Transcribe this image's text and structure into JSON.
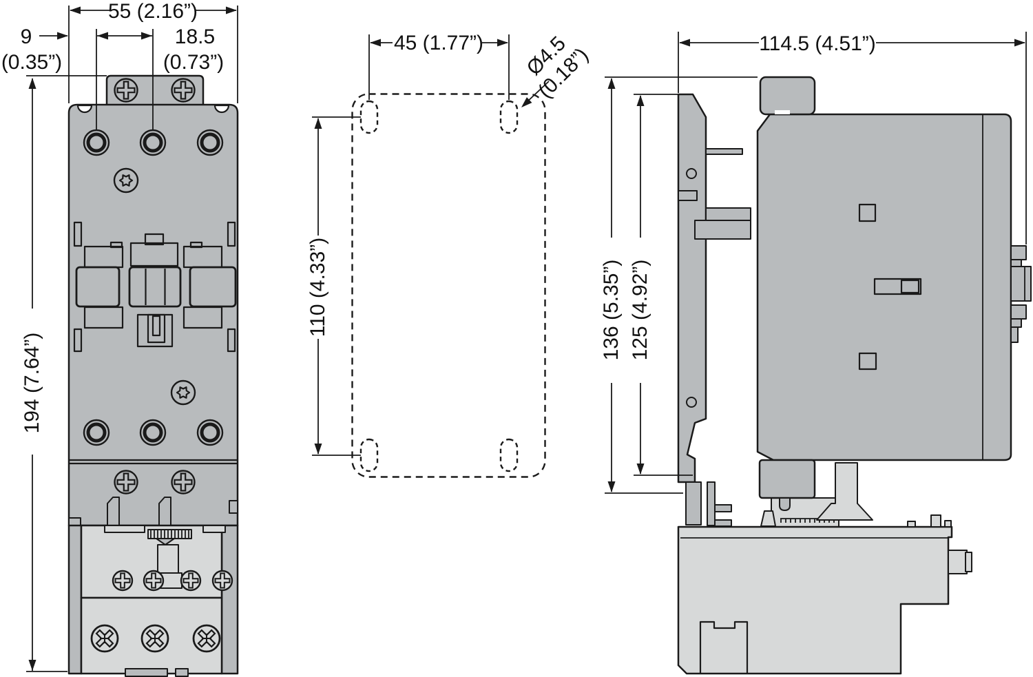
{
  "drawing": {
    "kind": "contactor-with-overload-relay-dimension-drawing",
    "colors": {
      "body_gray": "#b8bbbd",
      "relay_gray": "#d7d9d9",
      "line": "#1a1a1a",
      "background": "#ffffff"
    },
    "views": {
      "front": {
        "dim_width": "55 (2.16”)",
        "dim_offset_mm": "9",
        "dim_offset_in": "(0.35”)",
        "dim_spacing_mm": "18.5",
        "dim_spacing_in": "(0.73”)",
        "dim_height": "194 (7.64”)"
      },
      "mounting": {
        "dim_hole_spacing_h": "45 (1.77”)",
        "dim_hole_spacing_v": "110 (4.33”)",
        "dim_hole_dia_mm": "Ø4.5",
        "dim_hole_dia_in": "(0.18”)"
      },
      "side": {
        "dim_depth": "114.5 (4.51”)",
        "dim_height_total": "136 (5.35”)",
        "dim_height_mounting": "125 (4.92”)"
      }
    }
  }
}
